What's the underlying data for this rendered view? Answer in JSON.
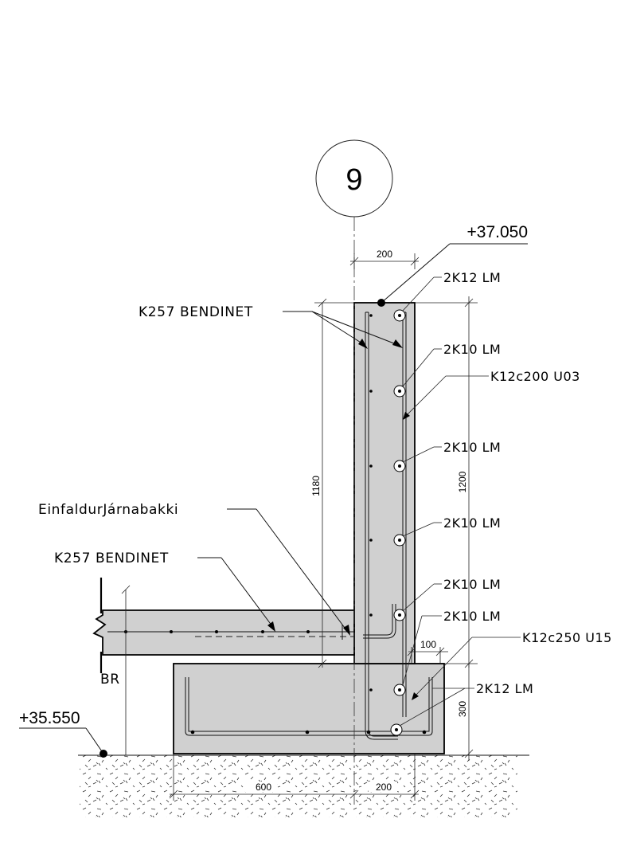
{
  "grid_marker": {
    "number": "9"
  },
  "elevations": {
    "top": "+37.050",
    "bottom": "+35.550"
  },
  "labels": {
    "bendinet_top": "K257 BENDINET",
    "bakki": "EinfaldurJárnabakki",
    "bendinet_slab": "K257 BENDINET",
    "br": "BR"
  },
  "rebar_callouts": [
    "2K12 LM",
    "2K10 LM",
    "K12c200 U03",
    "2K10 LM",
    "2K10 LM",
    "2K10 LM",
    "2K10 LM",
    "K12c250 U15",
    "2K12 LM"
  ],
  "dimensions": {
    "wall_width": "200",
    "wall_height_inner": "1180",
    "wall_height_total": "1200",
    "cover_100": "100",
    "footing_height": "300",
    "footing_left": "600",
    "footing_right": "200"
  }
}
